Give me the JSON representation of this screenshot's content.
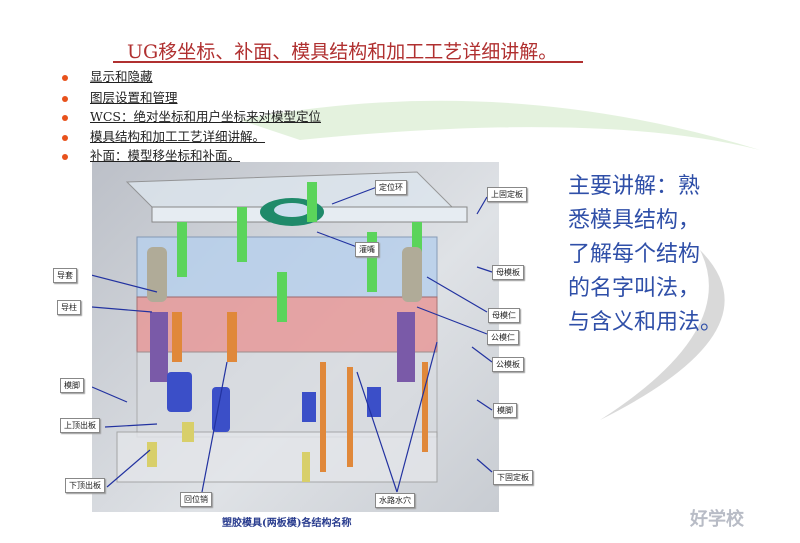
{
  "title": "UG移坐标、补面、模具结构和加工工艺详细讲解。",
  "bullets": [
    "显示和隐藏",
    "图层设置和管理",
    "WCS：绝对坐标和用户坐标来对模型定位",
    "模具结构和加工工艺详细讲解。",
    "补面：模型移坐标和补面。"
  ],
  "figure": {
    "caption": "塑胶模具(两板模)各结构名称",
    "labels": {
      "locating_ring": "定位环",
      "top_clamp_plate": "上固定板",
      "sprue": "灌嘴",
      "guide_bushing": "导套",
      "cavity_plate": "母模板",
      "guide_pin": "导柱",
      "cavity_insert": "母模仁",
      "core_insert": "公模仁",
      "core_plate": "公模板",
      "support_left": "模脚",
      "support_right": "模脚",
      "upper_ejector_plate": "上顶出板",
      "lower_ejector_plate": "下顶出板",
      "return_pin": "回位销",
      "water_channel": "水路水穴",
      "bottom_clamp_plate": "下固定板"
    }
  },
  "side_text": [
    "主要讲解：熟",
    "悉模具结构，",
    "了解每个结构",
    "的名字叫法，",
    "与含义和用法。"
  ],
  "logo": "好学校",
  "colors": {
    "title": "#b03030",
    "bullet": "#e8521c",
    "side": "#2f4fa8"
  }
}
